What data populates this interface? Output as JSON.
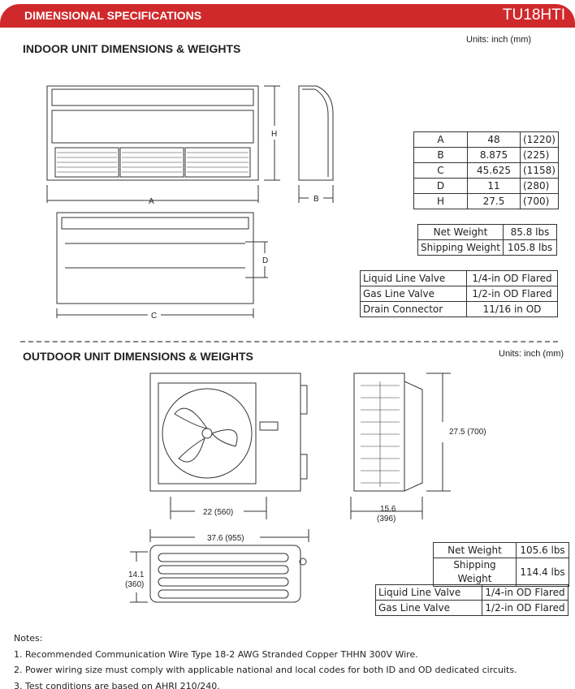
{
  "header": {
    "title": "DIMENSIONAL SPECIFICATIONS",
    "model": "TU18HTI"
  },
  "indoor": {
    "units": "Units: inch (mm)",
    "heading": "INDOOR UNIT DIMENSIONS & WEIGHTS",
    "labels": {
      "a": "A",
      "b": "B",
      "c": "C",
      "d": "D",
      "h": "H"
    },
    "dimensions": [
      [
        "A",
        "48",
        "(1220)"
      ],
      [
        "B",
        "8.875",
        "(225)"
      ],
      [
        "C",
        "45.625",
        "(1158)"
      ],
      [
        "D",
        "11",
        "(280)"
      ],
      [
        "H",
        "27.5",
        "(700)"
      ]
    ],
    "weights": [
      [
        "Net Weight",
        "85.8 lbs"
      ],
      [
        "Shipping Weight",
        "105.8 lbs"
      ]
    ],
    "connections": [
      [
        "Liquid Line Valve",
        "1/4-in OD Flared"
      ],
      [
        "Gas Line Valve",
        "1/2-in OD Flared"
      ],
      [
        "Drain Connector",
        "11/16 in OD"
      ]
    ]
  },
  "outdoor": {
    "units": "Units: inch (mm)",
    "heading": "OUTDOOR UNIT DIMENSIONS & WEIGHTS",
    "labels": {
      "height": "27.5 (700)",
      "width_base": "22 (560)",
      "depth_in": "15.6",
      "depth_mm": "(396)",
      "width": "37.6 (955)",
      "top_depth_in": "14.1",
      "top_depth_mm": "(360)"
    },
    "weights": [
      [
        "Net Weight",
        "105.6 lbs"
      ],
      [
        "Shipping Weight",
        "114.4 lbs"
      ]
    ],
    "connections": [
      [
        "Liquid Line Valve",
        "1/4-in OD Flared"
      ],
      [
        "Gas Line Valve",
        "1/2-in OD Flared"
      ]
    ]
  },
  "notes": {
    "title": "Notes:",
    "items": [
      "1. Recommended Communication Wire Type 18-2 AWG Stranded Copper THHN 300V Wire.",
      "2. Power wiring size must comply with applicable national and local codes for both ID and OD dedicated circuits.",
      "3. Test conditions are based on AHRI 210/240."
    ]
  }
}
